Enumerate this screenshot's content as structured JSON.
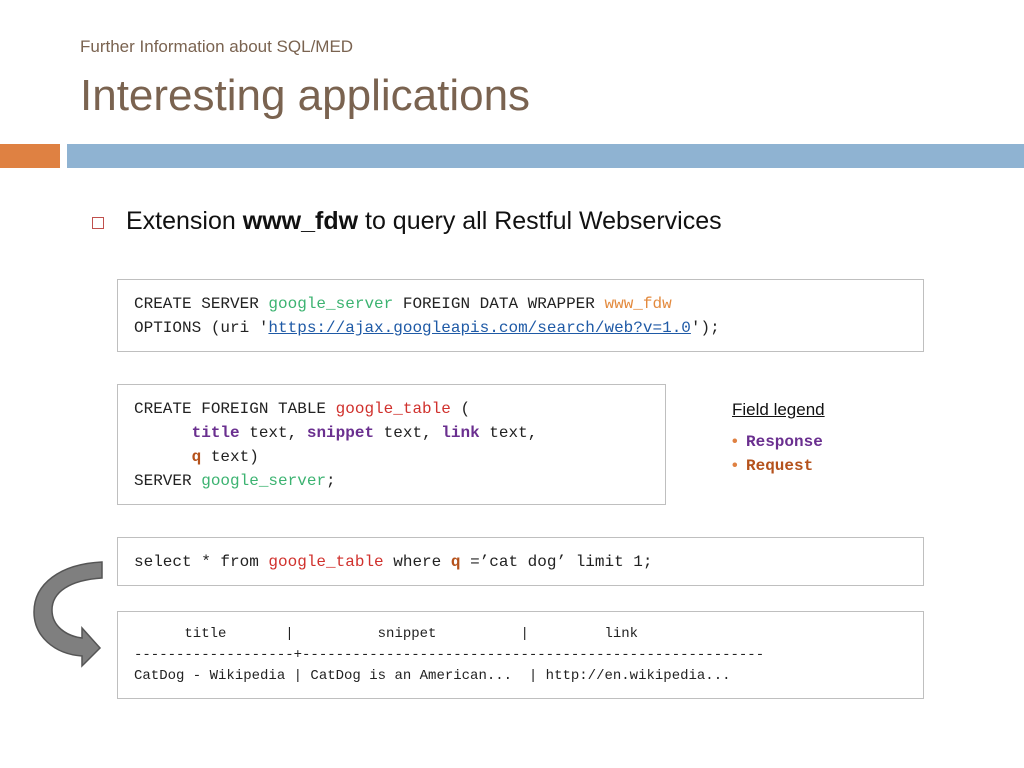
{
  "header": {
    "subtitle": "Further Information about SQL/MED",
    "title": "Interesting applications"
  },
  "colors": {
    "accent_orange": "#df8142",
    "accent_blue": "#8fb3d2",
    "title_brown": "#7a6350"
  },
  "bullet": {
    "prefix": "Extension ",
    "bold": "www_fdw",
    "suffix": " to query all Restful Webservices"
  },
  "box1": {
    "l1_a": "CREATE SERVER ",
    "l1_b": "google_server",
    "l1_c": " FOREIGN DATA WRAPPER ",
    "l1_d": "www_fdw",
    "l2_a": "OPTIONS (uri '",
    "l2_url": "https://ajax.googleapis.com/search/web?v=1.0",
    "l2_c": "');"
  },
  "box2": {
    "l1_a": "CREATE FOREIGN TABLE ",
    "l1_b": "google_table",
    "l1_c": " (",
    "l2_indent": "      ",
    "l2_f1": "title",
    "l2_t1": " text, ",
    "l2_f2": "snippet",
    "l2_t2": " text, ",
    "l2_f3": "link",
    "l2_t3": " text,",
    "l3_indent": "      ",
    "l3_f1": "q",
    "l3_t1": " text)",
    "l4_a": "SERVER ",
    "l4_b": "google_server",
    "l4_c": ";"
  },
  "legend": {
    "title": "Field legend",
    "items": [
      "Response",
      "Request"
    ]
  },
  "box3": {
    "a": "select * from ",
    "b": "google_table",
    "c": " where ",
    "d": "q",
    "e": " =’cat dog’ limit 1;"
  },
  "box4": {
    "header": "      title       |          snippet          |         link",
    "separator": "-------------------+-------------------------------------------------------",
    "row": "CatDog - Wikipedia | CatDog is an American...  | http://en.wikipedia..."
  }
}
